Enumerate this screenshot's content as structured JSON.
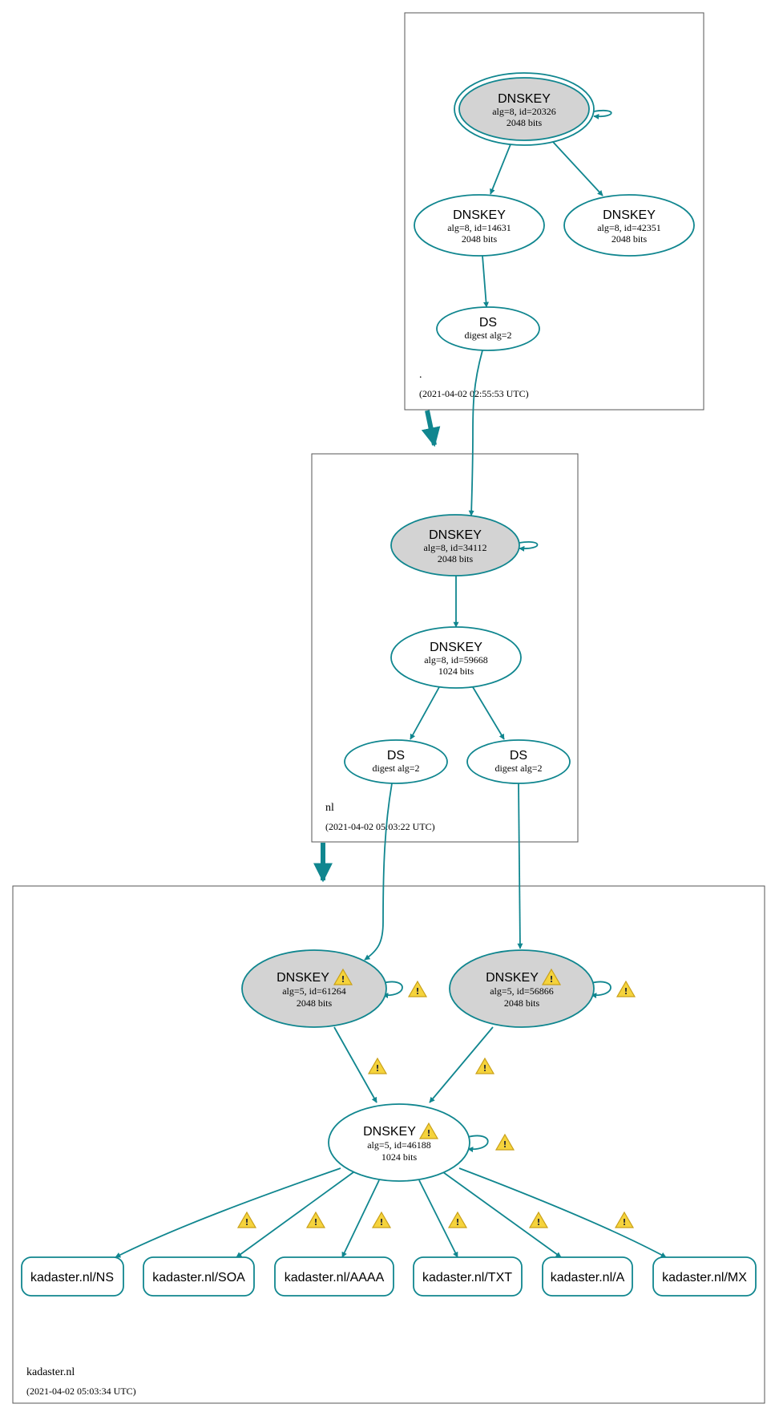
{
  "colors": {
    "edge": "#10868f",
    "ksk_fill": "#d3d3d3",
    "zsk_fill": "#ffffff",
    "warning": "#f5d33c"
  },
  "zones": {
    "root": {
      "name": ".",
      "timestamp": "(2021-04-02 02:55:53 UTC)"
    },
    "nl": {
      "name": "nl",
      "timestamp": "(2021-04-02 05:03:22 UTC)"
    },
    "kadaster": {
      "name": "kadaster.nl",
      "timestamp": "(2021-04-02 05:03:34 UTC)"
    }
  },
  "nodes": {
    "root_ksk": {
      "title": "DNSKEY",
      "line1": "alg=8, id=20326",
      "line2": "2048 bits"
    },
    "root_zsk1": {
      "title": "DNSKEY",
      "line1": "alg=8, id=14631",
      "line2": "2048 bits"
    },
    "root_zsk2": {
      "title": "DNSKEY",
      "line1": "alg=8, id=42351",
      "line2": "2048 bits"
    },
    "root_ds": {
      "title": "DS",
      "line1": "digest alg=2"
    },
    "nl_ksk": {
      "title": "DNSKEY",
      "line1": "alg=8, id=34112",
      "line2": "2048 bits"
    },
    "nl_zsk": {
      "title": "DNSKEY",
      "line1": "alg=8, id=59668",
      "line2": "1024 bits"
    },
    "nl_ds1": {
      "title": "DS",
      "line1": "digest alg=2"
    },
    "nl_ds2": {
      "title": "DS",
      "line1": "digest alg=2"
    },
    "kad_ksk1": {
      "title": "DNSKEY",
      "line1": "alg=5, id=61264",
      "line2": "2048 bits"
    },
    "kad_ksk2": {
      "title": "DNSKEY",
      "line1": "alg=5, id=56866",
      "line2": "2048 bits"
    },
    "kad_zsk": {
      "title": "DNSKEY",
      "line1": "alg=5, id=46188",
      "line2": "1024 bits"
    }
  },
  "rrsets": [
    "kadaster.nl/NS",
    "kadaster.nl/SOA",
    "kadaster.nl/AAAA",
    "kadaster.nl/TXT",
    "kadaster.nl/A",
    "kadaster.nl/MX"
  ],
  "icons": {
    "warning": "warning-icon"
  }
}
